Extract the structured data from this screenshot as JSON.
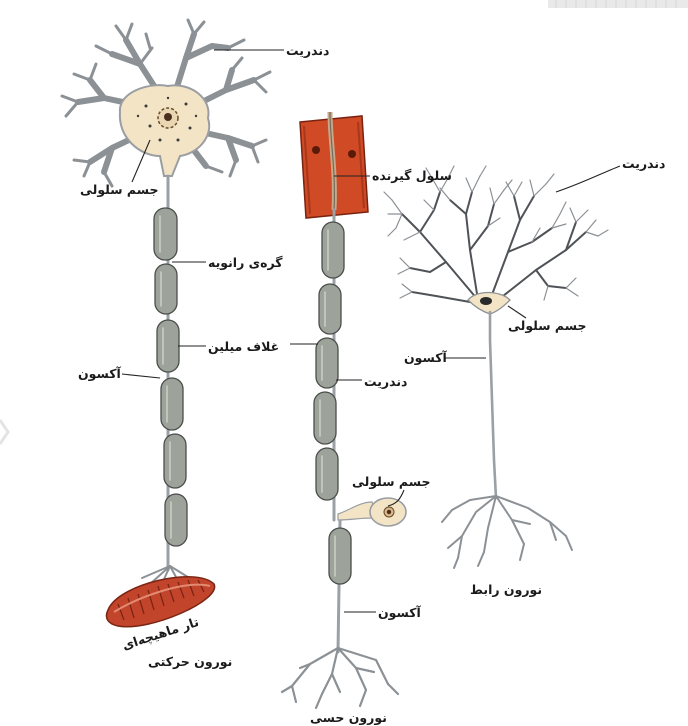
{
  "labels": {
    "motor_dendrite": "دندریت",
    "motor_cell_body": "جسم سلولی",
    "node_of_ranvier": "گره‌ی رانویه",
    "myelin_sheath": "غلاف میلین",
    "motor_axon": "آکسون",
    "muscle_fiber": "تار ماهیچه‌ای",
    "receptor_cell": "سلول گیرنده",
    "sensory_dendrite": "دندریت",
    "sensory_cell_body": "جسم سلولی",
    "sensory_axon": "آکسون",
    "inter_dendrite": "دندریت",
    "inter_cell_body": "جسم سلولی",
    "inter_axon": "آکسون"
  },
  "captions": {
    "motor_neuron": "نورون حرکتی",
    "sensory_neuron": "نورون حسی",
    "interneuron": "نورون رابط"
  },
  "colors": {
    "cell_body": "#f3e4c6",
    "muscle": "#c1442b",
    "receptor": "#cf4a25",
    "myelin": "#9da39a",
    "dendrite": "#8c9196"
  }
}
